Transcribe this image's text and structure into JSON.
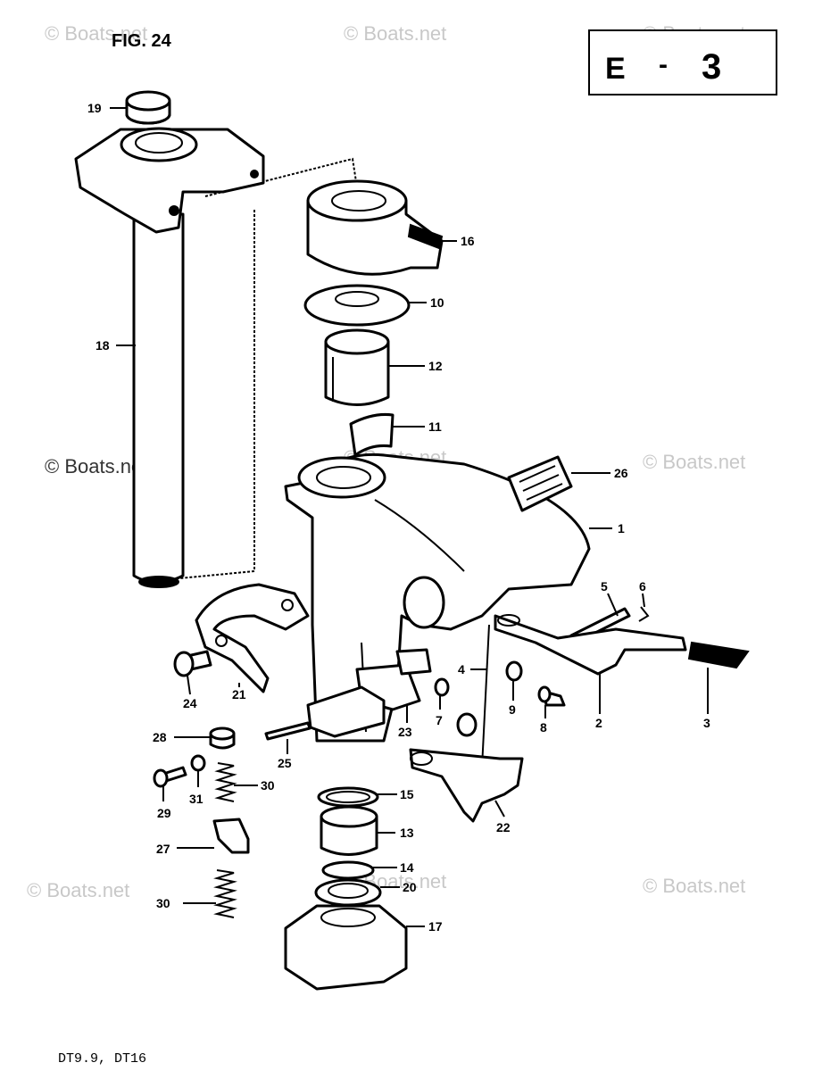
{
  "figure_title": "FIG. 24",
  "section_code": {
    "letter": "E",
    "dash": "-",
    "number": "3"
  },
  "model_text": "DT9.9, DT16",
  "watermark": "© Boats.net",
  "colors": {
    "ink": "#000000",
    "paper": "#ffffff",
    "watermark": "#c8c8c8"
  },
  "callouts": [
    "1",
    "2",
    "3",
    "4",
    "5",
    "6",
    "7",
    "8",
    "9",
    "10",
    "11",
    "12",
    "13",
    "14",
    "15",
    "16",
    "17",
    "18",
    "19",
    "20",
    "21",
    "22",
    "23",
    "24",
    "25",
    "26",
    "27",
    "28",
    "29",
    "30",
    "30",
    "31"
  ]
}
